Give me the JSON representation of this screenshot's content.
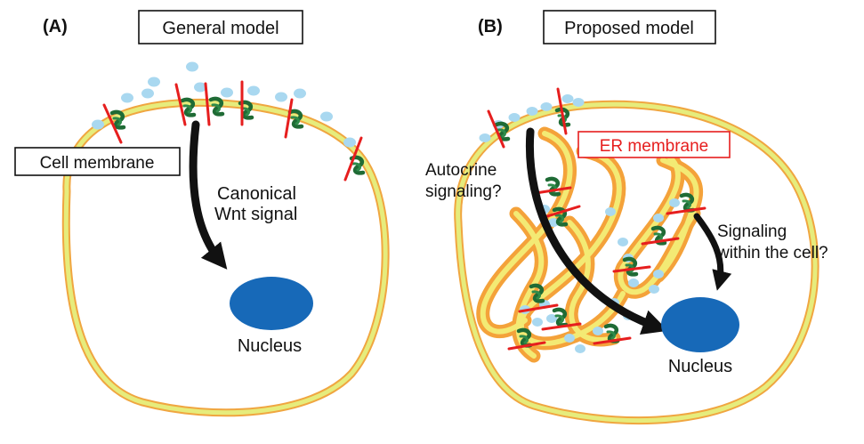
{
  "panel_a": {
    "letter": "(A)",
    "title": "General model",
    "cell_membrane_label": "Cell membrane",
    "signal_label_line1": "Canonical",
    "signal_label_line2": "Wnt signal",
    "nucleus_label": "Nucleus"
  },
  "panel_b": {
    "letter": "(B)",
    "title": "Proposed model",
    "er_membrane_label": "ER membrane",
    "autocrine_label_line1": "Autocrine",
    "autocrine_label_line2": "signaling?",
    "intracellular_label_line1": "Signaling",
    "intracellular_label_line2": "within the cell?",
    "nucleus_label": "Nucleus"
  },
  "colors": {
    "membrane_yellow": "#e6ec7c",
    "membrane_orange": "#f0a640",
    "er_orange": "#f4a23a",
    "er_yellow": "#f3ea74",
    "nucleus_blue": "#1769b8",
    "wnt_ligand": "#a9d8f0",
    "receptor_green": "#1f6b35",
    "cut_red": "#e61e1e",
    "arrow_black": "#111111",
    "er_label_red": "#e61e1e"
  },
  "icons": [
    "wnt-ligand-icon",
    "receptor-complex-icon",
    "signal-arrow-icon"
  ]
}
